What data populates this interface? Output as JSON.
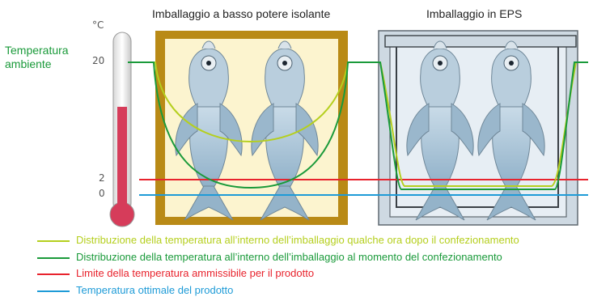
{
  "ambient_label": [
    "Temperatura",
    "ambiente"
  ],
  "unit": "°C",
  "ticks": {
    "t20": "20",
    "t2": "2",
    "t0": "0"
  },
  "titles": {
    "left": "Imballaggio a basso potere isolante",
    "right": "Imballaggio in EPS"
  },
  "colors": {
    "light_green": "#b5cf1e",
    "dark_green": "#1a9a3a",
    "red": "#e8232d",
    "blue": "#1e9bd7"
  },
  "legend": [
    {
      "color": "#b5cf1e",
      "text": "Distribuzione della temperatura all’interno dell’imballaggio qualche ora dopo il confezionamento"
    },
    {
      "color": "#1a9a3a",
      "text": "Distribuzione della temperatura all’interno dell’imballaggio al momento del confezionamento"
    },
    {
      "color": "#e8232d",
      "text": "Limite della temperatura ammissibile per il prodotto"
    },
    {
      "color": "#1e9bd7",
      "text": "Temperatura ottimale del prodotto"
    }
  ]
}
